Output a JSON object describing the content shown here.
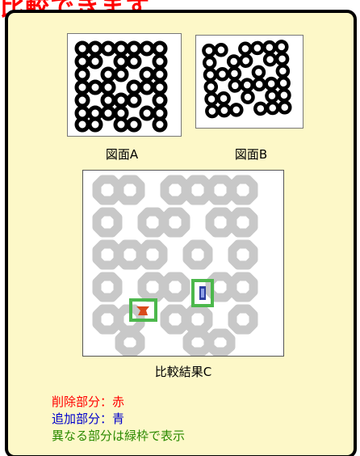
{
  "header": {
    "text": "比較できます"
  },
  "captions": {
    "a": "図面A",
    "b": "図面B",
    "c": "比較結果C"
  },
  "legend": {
    "deleted": "削除部分：赤",
    "added": "追加部分：青",
    "diff": "異なる部分は緑枠で表示"
  },
  "colors": {
    "deleted": "#ff0000",
    "added": "#0000cc",
    "diff": "#2a8a00",
    "panel_bg": "#fdf8c8",
    "highlight": "#4cb84c"
  }
}
